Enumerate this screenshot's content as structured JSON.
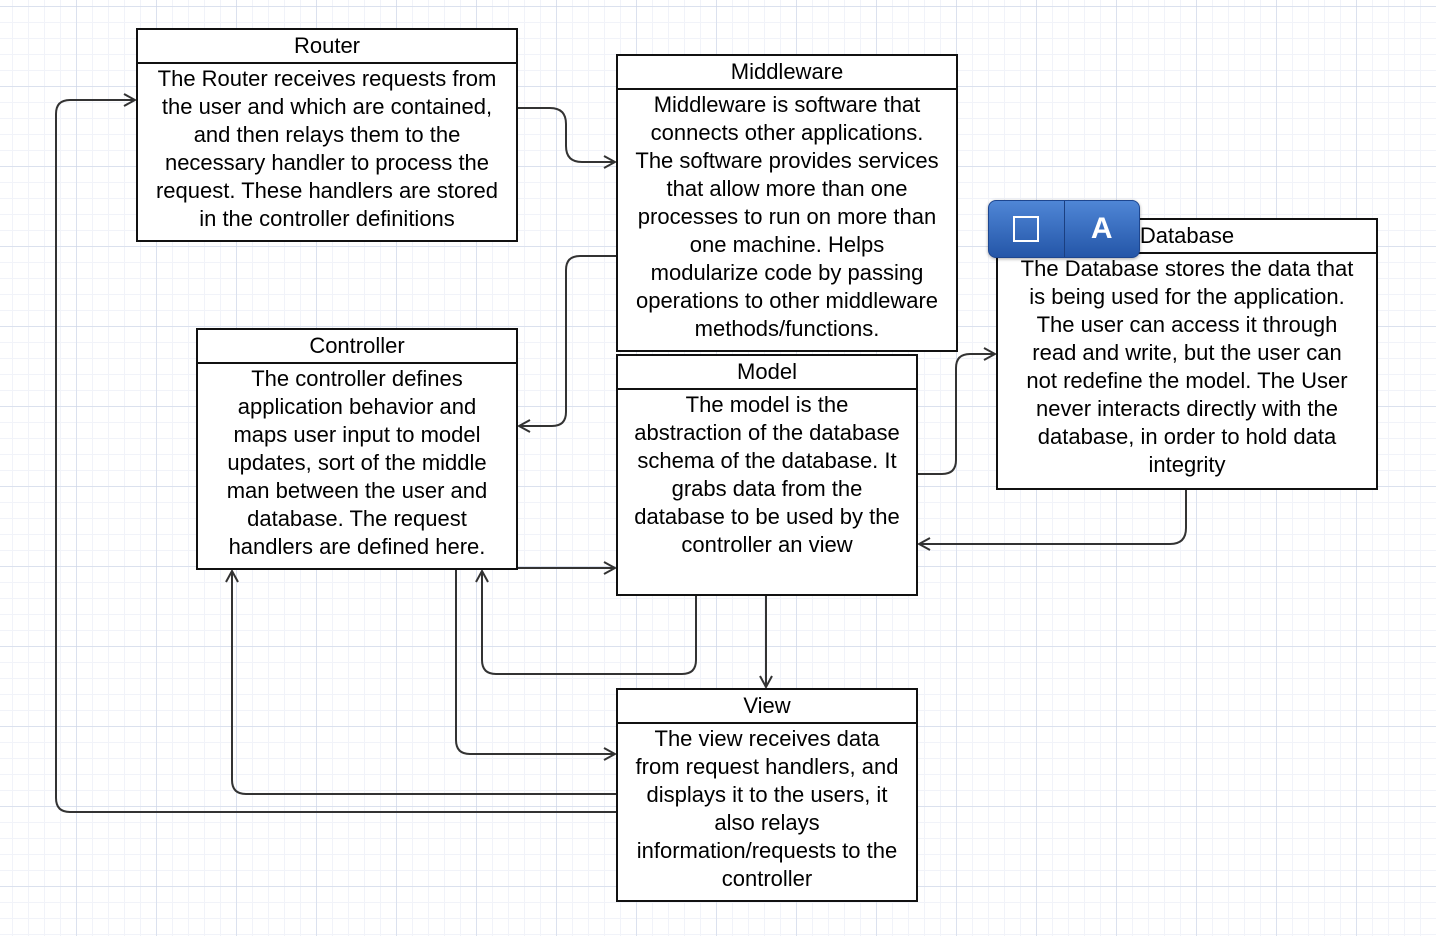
{
  "nodes": {
    "router": {
      "title": "Router",
      "lines": [
        "The Router receives requests from",
        "the user and which are contained,",
        "and then relays them to the",
        "necessary handler to process the",
        "request. These handlers are stored",
        "in the controller definitions"
      ]
    },
    "middleware": {
      "title": "Middleware",
      "lines": [
        "Middleware is software that",
        "connects other applications.",
        "The software provides services",
        "that allow more than one",
        "processes to run on more than",
        "one machine. Helps",
        "modularize code by passing",
        "operations to other middleware",
        "methods/functions."
      ]
    },
    "database": {
      "title": "Database",
      "lines": [
        "The Database stores the data that",
        "is being used for the application.",
        "The user can access it through",
        "read and write, but the user can",
        "not redefine the model. The User",
        "never interacts directly with the",
        "database, in order to hold data",
        "integrity"
      ]
    },
    "controller": {
      "title": "Controller",
      "lines": [
        "The controller defines",
        "application behavior and",
        "maps user input to model",
        "updates, sort of the middle",
        "man between the user and",
        "database. The request",
        "handlers are defined here."
      ]
    },
    "model": {
      "title": "Model",
      "lines": [
        "The model is the",
        "abstraction of the database",
        "schema of the database. It",
        "grabs data from the",
        "database to be used by the",
        "controller an view"
      ]
    },
    "view": {
      "title": "View",
      "lines": [
        "The view receives data",
        "from request handlers, and",
        "displays it to the users, it",
        "also relays",
        "information/requests to the",
        "controller"
      ]
    }
  },
  "edges": [
    {
      "from": "router",
      "to": "middleware"
    },
    {
      "from": "middleware",
      "to": "controller"
    },
    {
      "from": "model",
      "to": "database"
    },
    {
      "from": "database",
      "to": "model"
    },
    {
      "from": "controller",
      "to": "model"
    },
    {
      "from": "model",
      "to": "controller"
    },
    {
      "from": "model",
      "to": "view"
    },
    {
      "from": "controller",
      "to": "view"
    },
    {
      "from": "view",
      "to": "controller"
    },
    {
      "from": "view",
      "to": "router"
    }
  ],
  "toolbar": {
    "buttons": [
      {
        "icon": "square-shape-icon"
      },
      {
        "label": "A",
        "icon": "text-icon"
      }
    ],
    "accent": "#3a6fc4"
  },
  "colors": {
    "line": "#333333",
    "border": "#111111",
    "grid": "#d7dced"
  }
}
